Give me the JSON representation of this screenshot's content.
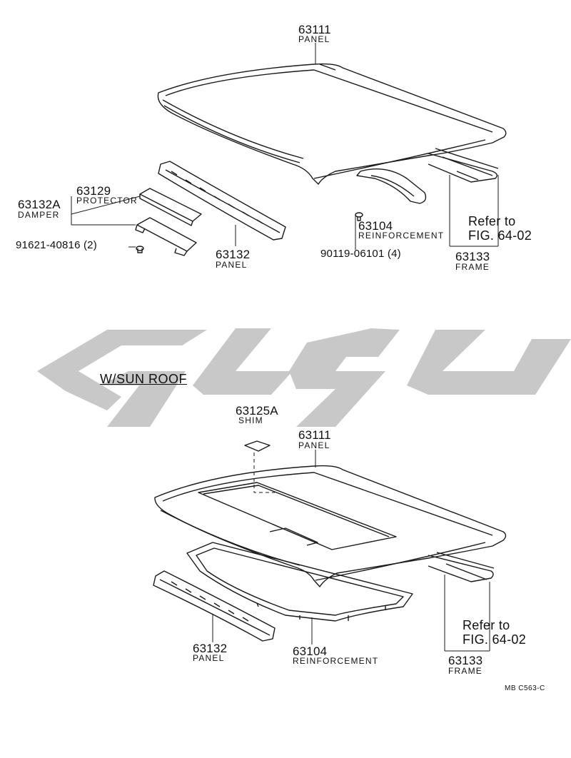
{
  "top": {
    "roof_panel": {
      "number": "63111",
      "name": "PANEL"
    },
    "protector": {
      "number": "63129",
      "name": "PROTECTOR"
    },
    "damper": {
      "number": "63132A",
      "name": "DAMPER"
    },
    "bolt": {
      "number": "91621-40816 (2)"
    },
    "front_panel": {
      "number": "63132",
      "name": "PANEL"
    },
    "reinforcement": {
      "number": "63104",
      "name": "REINFORCEMENT"
    },
    "screw": {
      "number": "90119-06101 (4)"
    },
    "refer": {
      "line1": "Refer to",
      "line2": "FIG. 64-02"
    },
    "frame": {
      "number": "63133",
      "name": "FRAME"
    }
  },
  "bottom": {
    "section_title": "W/SUN  ROOF",
    "shim": {
      "number": "63125A",
      "name": "SHIM"
    },
    "roof_panel": {
      "number": "63111",
      "name": "PANEL"
    },
    "front_panel": {
      "number": "63132",
      "name": "PANEL"
    },
    "reinforcement": {
      "number": "63104",
      "name": "REINFORCEMENT"
    },
    "refer": {
      "line1": "Refer to",
      "line2": "FIG. 64-02"
    },
    "frame": {
      "number": "63133",
      "name": "FRAME"
    }
  },
  "figure_code": "MB  C563-C",
  "colors": {
    "line": "#1a1a1a",
    "watermark": "#c8c8c8"
  }
}
